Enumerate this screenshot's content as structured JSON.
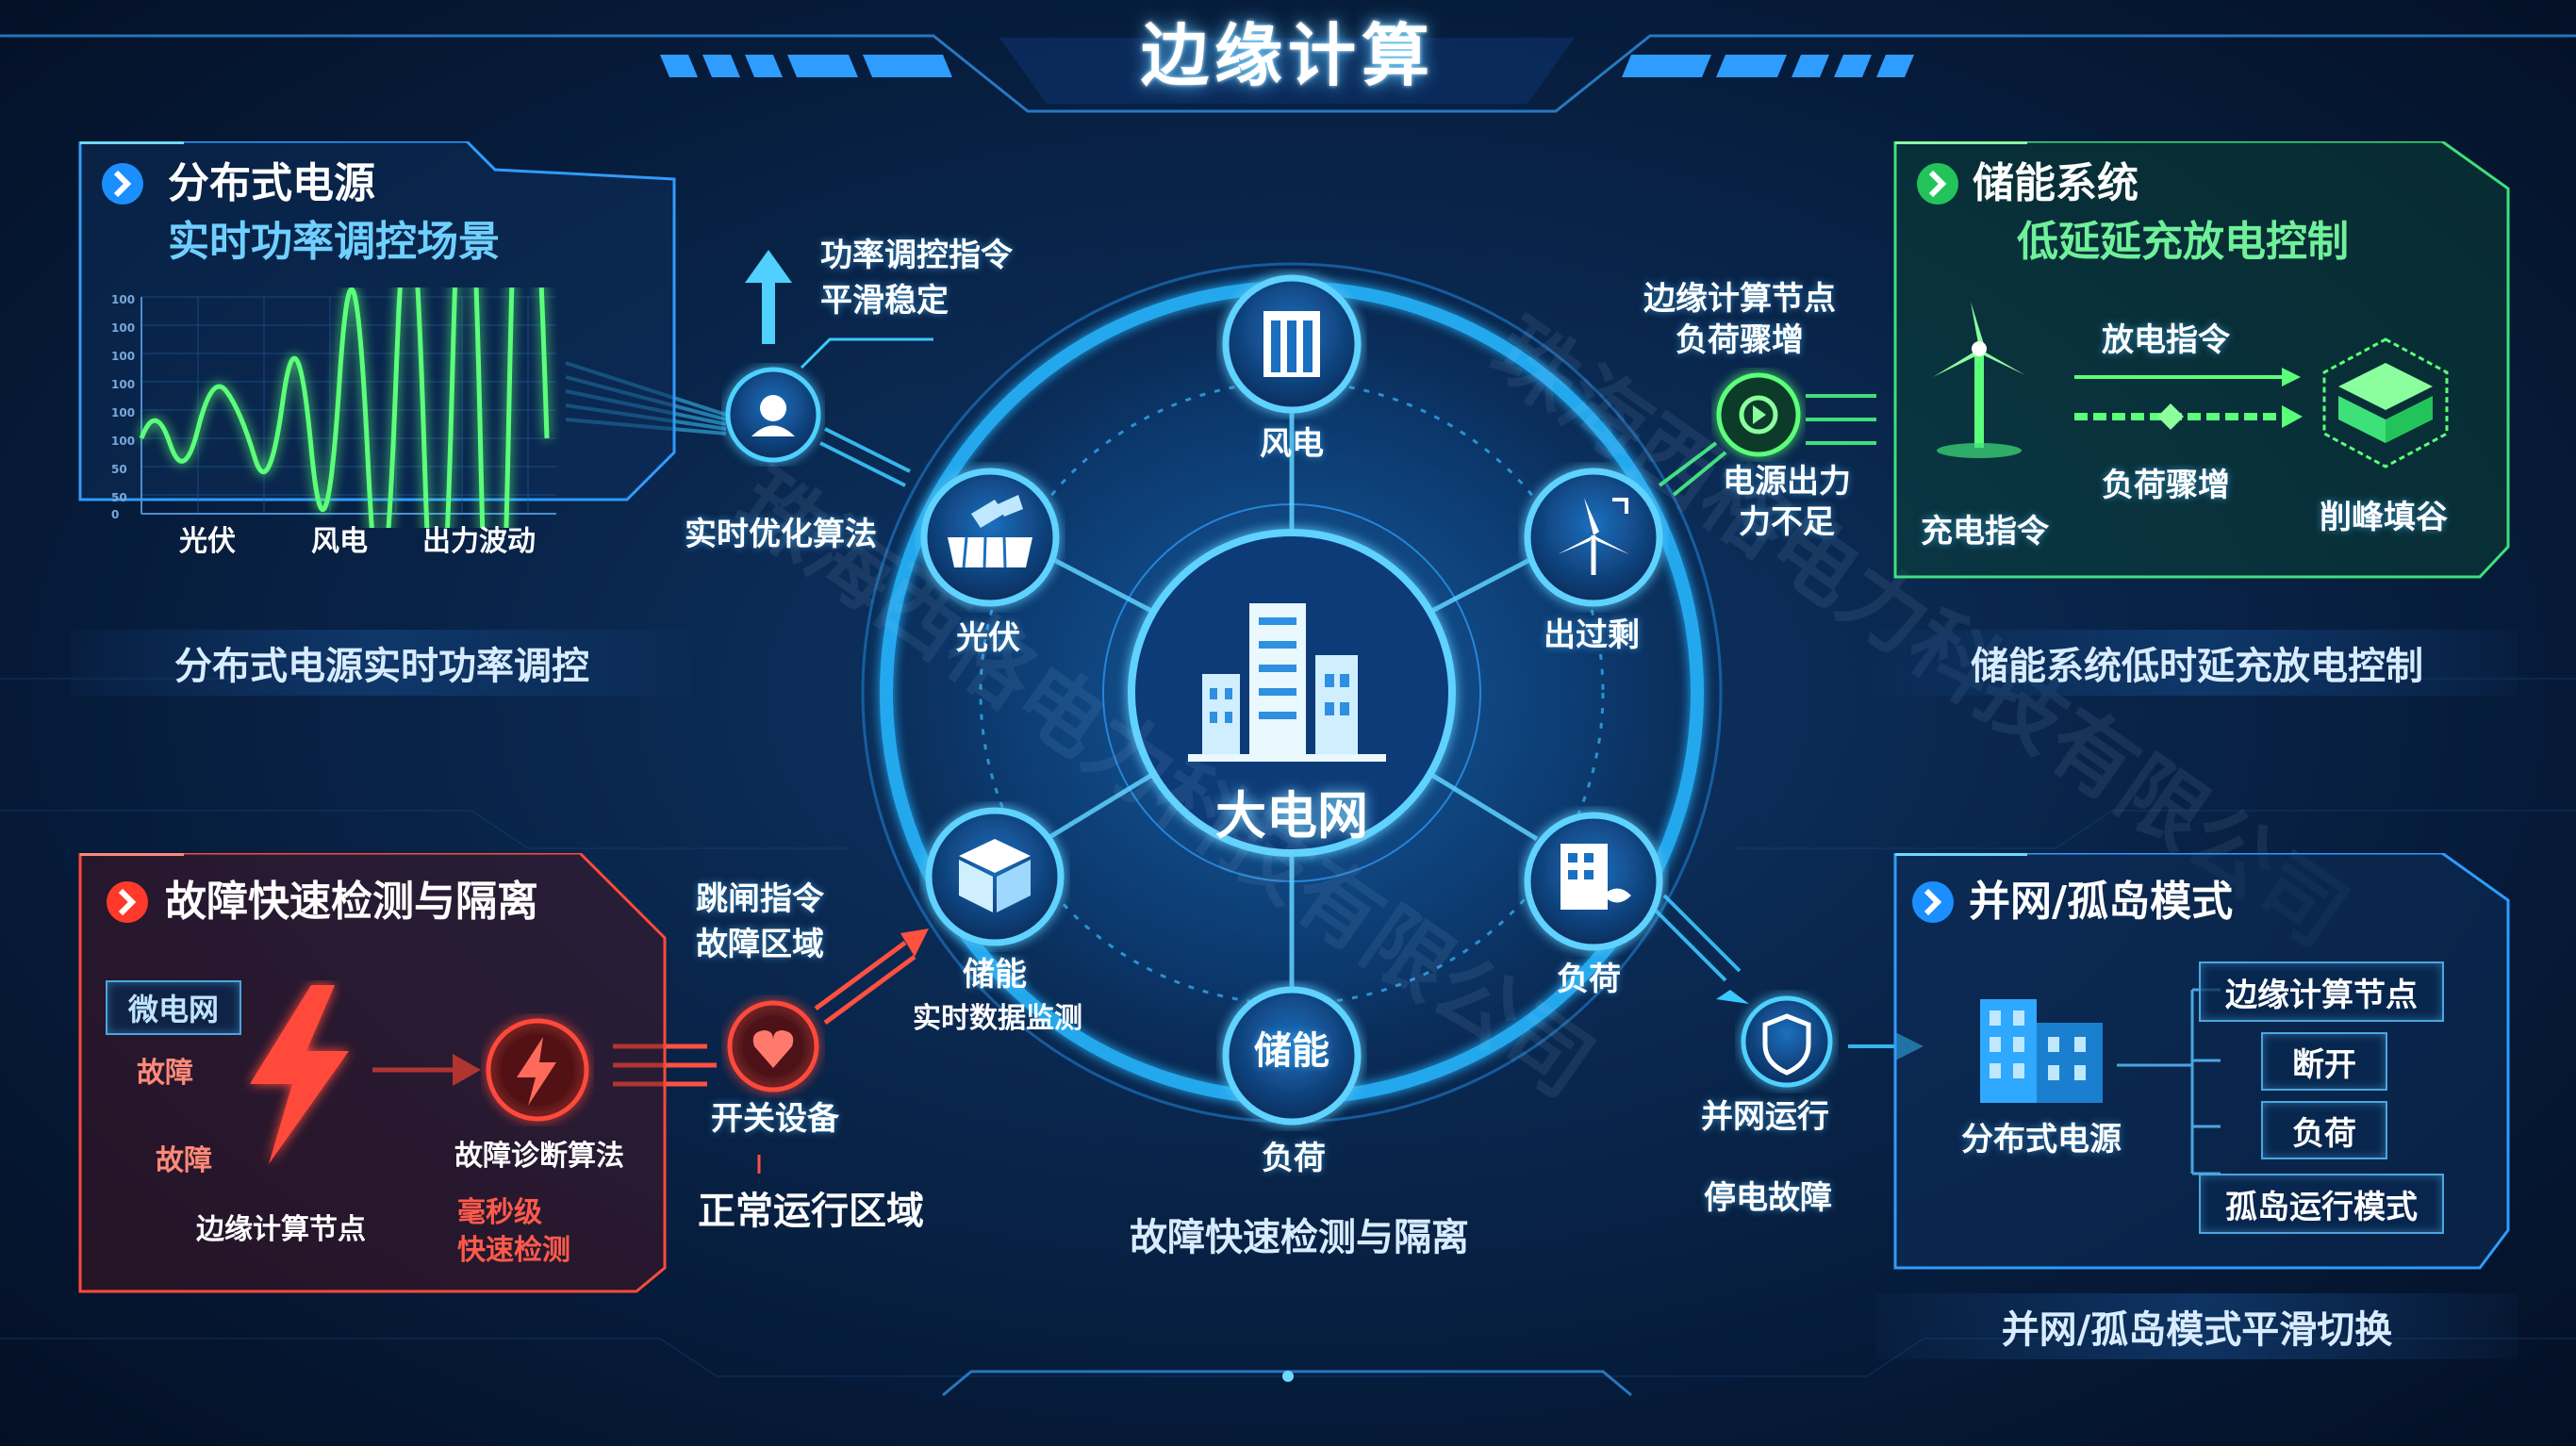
{
  "title": "边缘计算",
  "colors": {
    "accent": "#38c8ff",
    "green": "#3ee07a",
    "red": "#ff4a3a",
    "panel_bg": "#0b2a55"
  },
  "panel_top_left": {
    "title": "分布式电源",
    "subtitle": "实时功率调控场景",
    "chart_labels": [
      "光伏",
      "风电",
      "出力波动"
    ],
    "caption": "分布式电源实时功率调控",
    "y_ticks": [
      "100",
      "100",
      "100",
      "100",
      "100",
      "100",
      "50",
      "50",
      "0"
    ]
  },
  "panel_top_right": {
    "title": "储能系统",
    "subtitle": "低延延充放电控制",
    "discharge": "放电指令",
    "load_surge": "负荷骤增",
    "charge": "充电指令",
    "peak_valley": "削峰填谷",
    "caption": "储能系统低时延充放电控制"
  },
  "panel_bottom_left": {
    "title": "故障快速检测与隔离",
    "microgrid": "微电网",
    "fault1": "故障",
    "fault2": "故障",
    "edge_node": "边缘计算节点",
    "diag_algo": "故障诊断算法",
    "ms_detect_1": "毫秒级",
    "ms_detect_2": "快速检测"
  },
  "panel_bottom_right": {
    "title": "并网/孤岛模式",
    "dist_power": "分布式电源",
    "tags": [
      "边缘计算节点",
      "断开",
      "负荷",
      "孤岛运行模式"
    ],
    "caption": "并网/孤岛模式平滑切换"
  },
  "annotations": {
    "power_cmd_1": "功率调控指令",
    "power_cmd_2": "平滑稳定",
    "realtime_algo": "实时优化算法",
    "edge_node_1": "边缘计算节点",
    "edge_node_2": "负荷骤增",
    "supply_short_1": "电源出力",
    "supply_short_2": "力不足",
    "trip_cmd_1": "跳闸指令",
    "trip_cmd_2": "故障区域",
    "switch_device": "开关设备",
    "normal_area": "正常运行区域",
    "grid_running": "并网运行",
    "outage": "停电故障",
    "center_caption": "故障快速检测与隔离"
  },
  "hub": {
    "center": "大电网",
    "nodes": [
      "风电",
      "光伏",
      "出过剩",
      "储能",
      "负荷",
      "负荷"
    ],
    "storage_icon_text": "储能",
    "storage_sub": "实时数据监测"
  },
  "watermark": "珠海西格电力科技有限公司"
}
